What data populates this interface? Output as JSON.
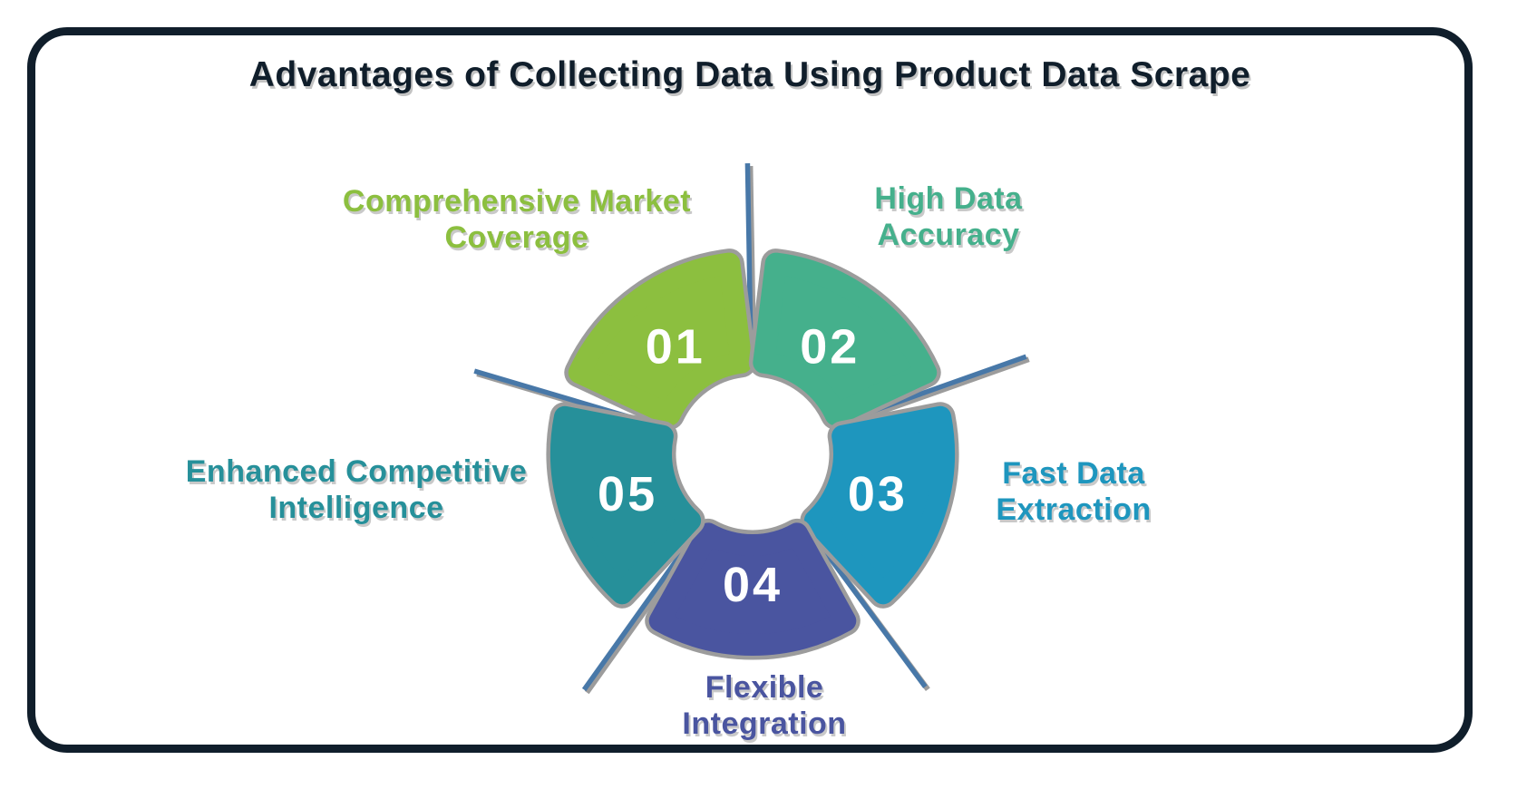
{
  "title": "Advantages of Collecting Data Using Product Data Scrape",
  "palette": {
    "ink": "#101E2B",
    "card_bg": "#FFFFFF",
    "divider_line_blue": "#4878A8",
    "halo_gray": "#9C9C9C",
    "number_text": "#FFFFFF"
  },
  "wheel": {
    "segments": [
      {
        "number": "01",
        "label": "Comprehensive Market Coverage",
        "label_lines": [
          "Comprehensive Market",
          "Coverage"
        ],
        "color": "#8CBF3F",
        "mid_angle_deg": 126
      },
      {
        "number": "02",
        "label": "High Data Accuracy",
        "label_lines": [
          "High Data",
          "Accuracy"
        ],
        "color": "#45B08C",
        "mid_angle_deg": 54
      },
      {
        "number": "03",
        "label": "Fast Data Extraction",
        "label_lines": [
          "Fast Data",
          "Extraction"
        ],
        "color": "#1E96BE",
        "mid_angle_deg": 342
      },
      {
        "number": "04",
        "label": "Flexible Integration",
        "label_lines": [
          "Flexible",
          "Integration"
        ],
        "color": "#4A55A0",
        "mid_angle_deg": 270
      },
      {
        "number": "05",
        "label": "Enhanced Competitive Intelligence",
        "label_lines": [
          "Enhanced Competitive",
          "Intelligence"
        ],
        "color": "#26909A",
        "mid_angle_deg": 198
      }
    ],
    "divider_angles_deg": [
      91,
      19.5,
      163.5,
      234.5,
      306.5
    ]
  }
}
